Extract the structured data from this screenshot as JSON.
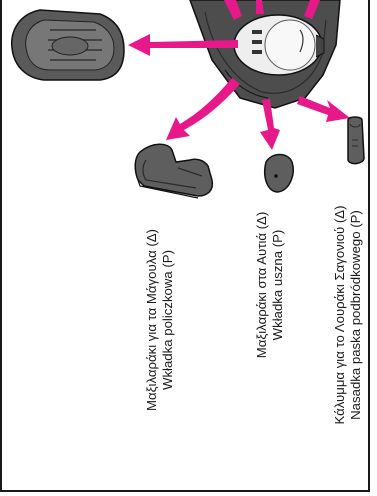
{
  "colors": {
    "arrow": "#e6188a",
    "pad": "#5a5a5a",
    "pad_dark": "#3a3a3a",
    "outline": "#111111"
  },
  "parts": [
    {
      "id": "cheek",
      "line1": "Μαξιλαράκι για τα Μάγουλα (Δ)",
      "line2": "Wkładka policzkowa (P)"
    },
    {
      "id": "ear",
      "line1": "Μαξιλαράκι στα Αυτιά (Δ)",
      "line2": "Wkładka uszna (P)"
    },
    {
      "id": "chin",
      "line1": "Κάλυμμα για το Λουράκι Σαγονιού (Δ)",
      "line2": "Nasadka paska podbródkowego (P)"
    }
  ]
}
